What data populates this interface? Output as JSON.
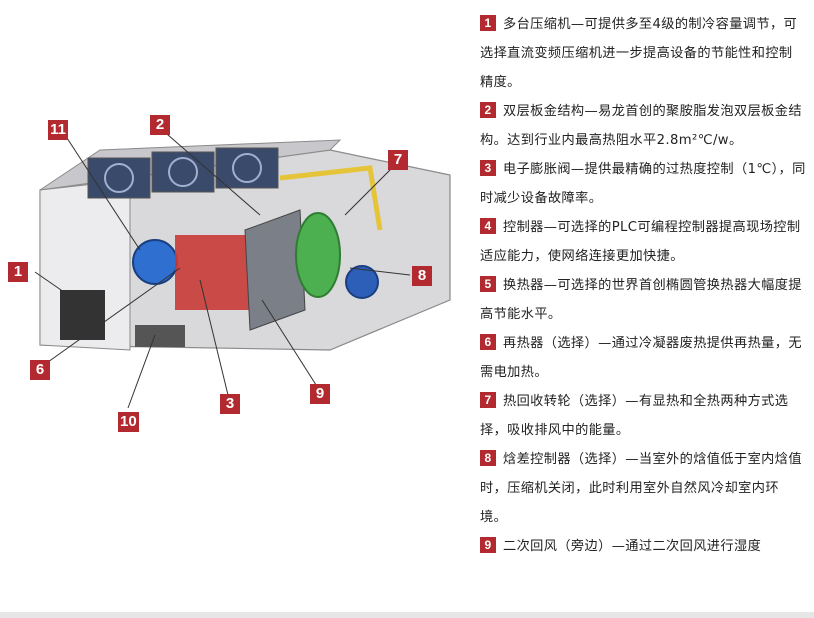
{
  "diagram": {
    "callouts": [
      {
        "id": "11",
        "label": "11"
      },
      {
        "id": "2",
        "label": "2"
      },
      {
        "id": "7",
        "label": "7"
      },
      {
        "id": "1",
        "label": "1"
      },
      {
        "id": "8",
        "label": "8"
      },
      {
        "id": "6",
        "label": "6"
      },
      {
        "id": "3",
        "label": "3"
      },
      {
        "id": "9",
        "label": "9"
      },
      {
        "id": "10",
        "label": "10"
      }
    ]
  },
  "features": [
    {
      "num": "1",
      "text": "多台压缩机—可提供多至4级的制冷容量调节，可选择直流变频压缩机进一步提高设备的节能性和控制精度。"
    },
    {
      "num": "2",
      "text": "双层板金结构—易龙首创的聚胺脂发泡双层板金结构。达到行业内最高热阻水平2.8m²℃/w。"
    },
    {
      "num": "3",
      "text": "电子膨胀阀—提供最精确的过热度控制（1℃），同时减少设备故障率。"
    },
    {
      "num": "4",
      "text": "控制器—可选择的PLC可编程控制器提高现场控制适应能力，使网络连接更加快捷。"
    },
    {
      "num": "5",
      "text": "换热器—可选择的世界首创椭圆管换热器大幅度提高节能水平。"
    },
    {
      "num": "6",
      "text": "再热器（选择）—通过冷凝器废热提供再热量，无需电加热。"
    },
    {
      "num": "7",
      "text": "热回收转轮（选择）—有显热和全热两种方式选择，吸收排风中的能量。"
    },
    {
      "num": "8",
      "text": "焓差控制器（选择）—当室外的焓值低于室内焓值时，压缩机关闭，此时利用室外自然风冷却室内环境。"
    },
    {
      "num": "9",
      "text": "二次回风（旁边）—通过二次回风进行湿度"
    }
  ]
}
